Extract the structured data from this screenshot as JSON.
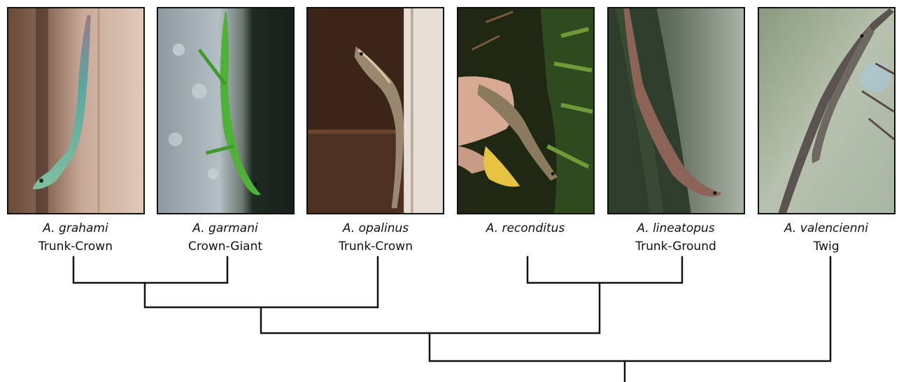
{
  "taxa": [
    {
      "species": "A. grahami",
      "niche": "Trunk-Crown"
    },
    {
      "species": "A. garmani",
      "niche": "Crown-Giant"
    },
    {
      "species": "A. opalinus",
      "niche": "Trunk-Crown"
    },
    {
      "species": "A. reconditus",
      "niche": ""
    },
    {
      "species": "A. lineatopus",
      "niche": "Trunk-Ground"
    },
    {
      "species": "A. valencienni",
      "niche": "Twig"
    }
  ],
  "colors": {
    "line": "#111111",
    "frame": "#111111",
    "text": "#111111"
  }
}
